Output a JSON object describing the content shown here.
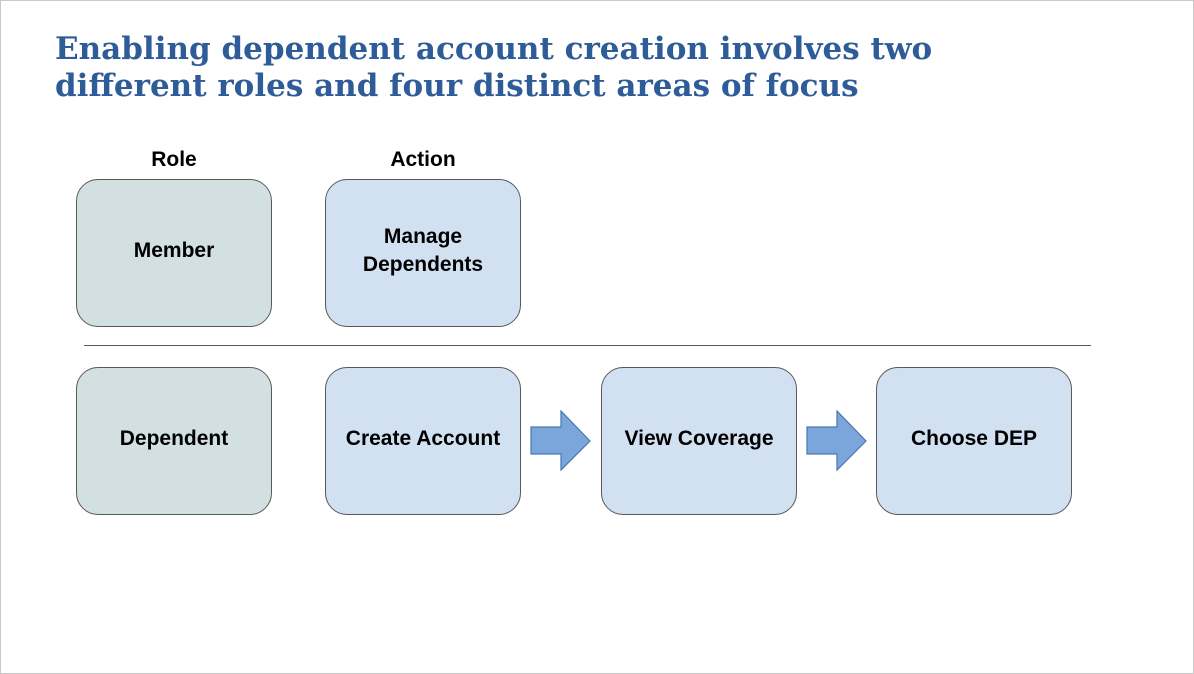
{
  "slide": {
    "title_line1": "Enabling dependent account creation involves two",
    "title_line2": "different roles and four distinct areas of focus"
  },
  "headers": {
    "role": "Role",
    "action": "Action"
  },
  "rows": [
    {
      "role": "Member",
      "actions": [
        "Manage Dependents"
      ]
    },
    {
      "role": "Dependent",
      "actions": [
        "Create Account",
        "View Coverage",
        "Choose DEP"
      ]
    }
  ],
  "colors": {
    "title": "#2e5c99",
    "role_fill": "#d3e0e1",
    "action_fill": "#d2e1f2",
    "arrow_fill": "#7aa6db",
    "arrow_stroke": "#4a76b0",
    "border": "#595959"
  }
}
